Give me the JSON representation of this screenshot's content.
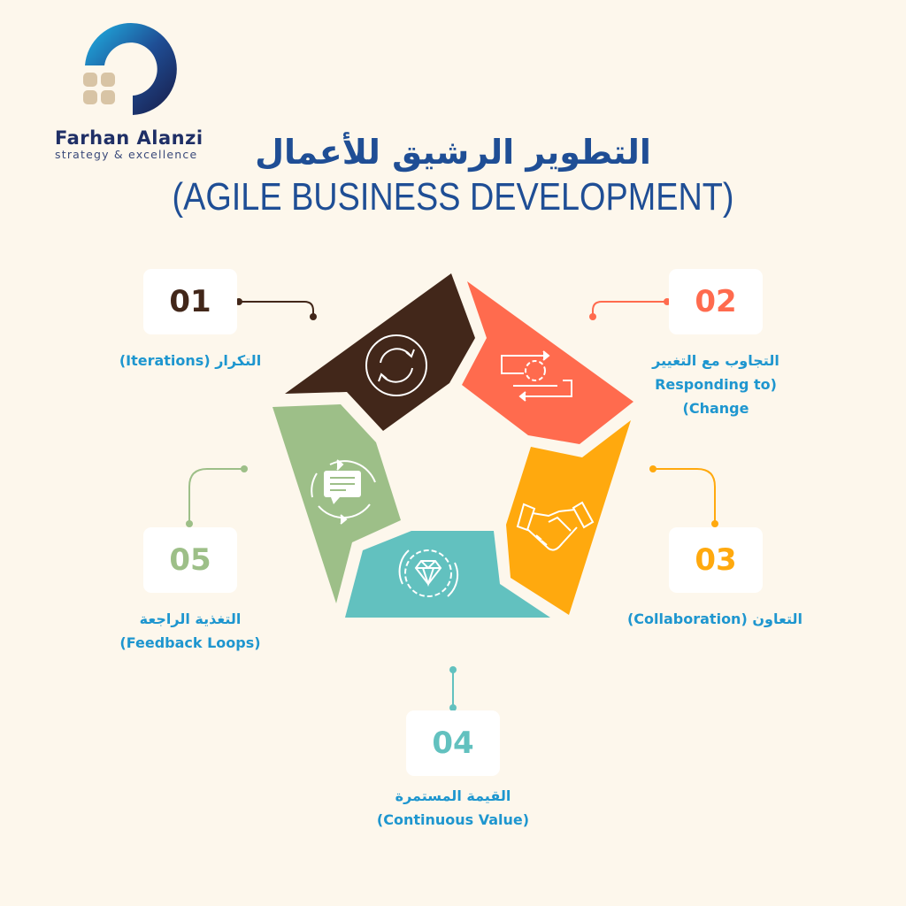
{
  "brand": {
    "name": "Farhan Alanzi",
    "tagline": "strategy & excellence"
  },
  "title": {
    "arabic": "التطوير الرشيق للأعمال",
    "english": "(AGILE BUSINESS DEVELOPMENT)"
  },
  "colors": {
    "background": "#fdf7ec",
    "title": "#1f4e95",
    "label": "#1e96cf",
    "step1": "#42271a",
    "step2": "#ff6b4e",
    "step3": "#ffa90e",
    "step4": "#62c1bf",
    "step5": "#9dbf88"
  },
  "steps": [
    {
      "number": "01",
      "lines": [
        "التكرار (Iterations)"
      ],
      "icon": "refresh-icon"
    },
    {
      "number": "02",
      "lines": [
        "التجاوب مع التغيير",
        "Responding to)",
        "(Change"
      ],
      "icon": "swap-cycle-icon"
    },
    {
      "number": "03",
      "lines": [
        "التعاون (Collaboration)"
      ],
      "icon": "handshake-icon"
    },
    {
      "number": "04",
      "lines": [
        "القيمة المستمرة",
        "(Continuous Value)"
      ],
      "icon": "diamond-gear-icon"
    },
    {
      "number": "05",
      "lines": [
        "التغذية الراجعة",
        "(Feedback Loops)"
      ],
      "icon": "feedback-chat-icon"
    }
  ]
}
